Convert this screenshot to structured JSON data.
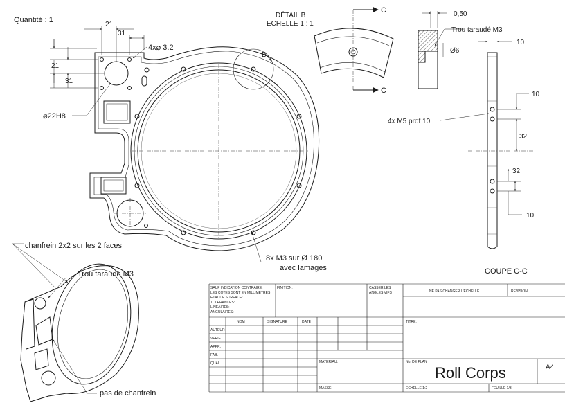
{
  "quantity": "Quantité : 1",
  "main_view": {
    "dim_21_top": "21",
    "dim_31_top": "31",
    "dim_21_left": "21",
    "dim_31_left": "31",
    "holes_label": "4x⌀ 3.2",
    "bore_label": "⌀22H8",
    "detail_tag": "B",
    "m3_callout_line1": "8x M3 sur Ø 180",
    "m3_callout_line2": "avec lamages"
  },
  "detail_b": {
    "title_line1": "DÉTAIL B",
    "title_line2": "ECHELLE 1 : 1",
    "section_mark_top": "C",
    "section_mark_bottom": "C"
  },
  "small_section": {
    "dim_050": "0,50",
    "thread_label": "Trou taraudé M3",
    "dia6": "Ø6",
    "dim_10": "10"
  },
  "section_cc": {
    "m5_label": "4x M5 prof 10",
    "dim_10_top": "10",
    "dim_32_a": "32",
    "dim_32_b": "32",
    "dim_10_bottom": "10",
    "title": "COUPE C-C"
  },
  "iso_view": {
    "chamfer_label": "chanfrein 2x2 sur les 2 faces",
    "thread_label": "Trou taraudé M3",
    "no_chamfer_label": "pas de chanfrein"
  },
  "title_block": {
    "general_notes": [
      "SAUF INDICATION CONTRAIRE:",
      "LES COTES SONT EN MILLIMETRES",
      "ETAT DE SURFACE:",
      "TOLERANCES:",
      "   LINEAIRES:",
      "   ANGULAIRES:"
    ],
    "finish": "FINITION:",
    "break_edges_1": "CASSER LES",
    "break_edges_2": "ANGLES VIFS",
    "no_scale": "NE PAS CHANGER L'ECHELLE",
    "revision": "REVISION",
    "col_name": "NOM",
    "col_signature": "SIGNATURE",
    "col_date": "DATE",
    "rows": [
      "AUTEUR",
      "VERIF.",
      "APPR.",
      "FAB.",
      "QUAL."
    ],
    "titre": "TITRE:",
    "materiau": "MATERIAU:",
    "plan_no_label": "No. DE PLAN",
    "plan_title": "Roll Corps",
    "format": "A4",
    "masse": "MASSE:",
    "echelle": "ECHELLE:1:2",
    "feuille": "FEUILLE 1/3"
  }
}
